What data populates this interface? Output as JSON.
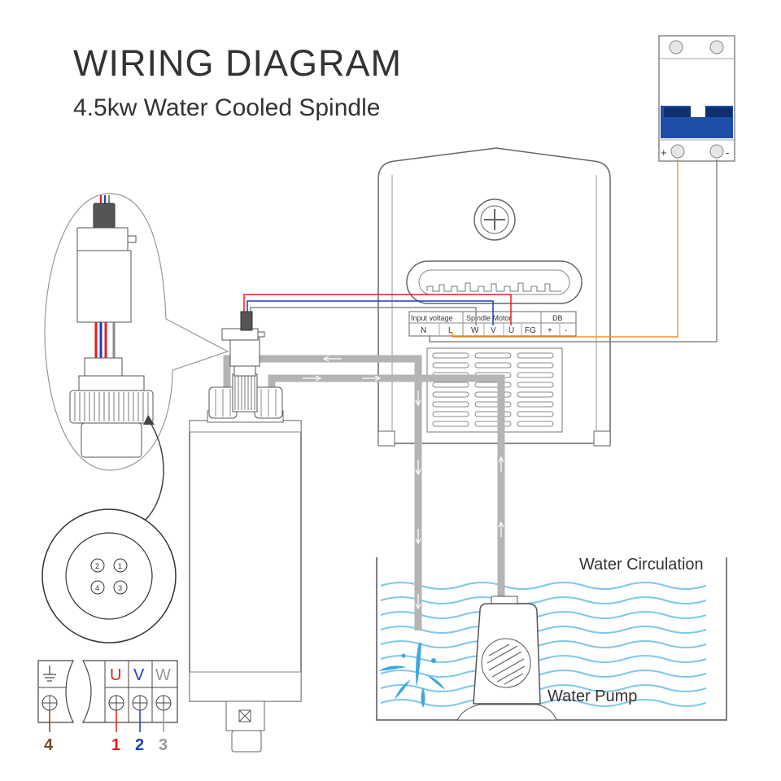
{
  "title": "WIRING DIAGRAM",
  "subtitle": "4.5kw Water Cooled Spindle",
  "inverter": {
    "header_input": "Input voltage",
    "header_spindle": "Spindle Motor",
    "header_db": "DB",
    "terminals": [
      "N",
      "L",
      "W",
      "V",
      "U",
      "FG",
      "+",
      "-"
    ]
  },
  "breaker": {
    "plus_label": "+",
    "minus_label": "-"
  },
  "connector_face": {
    "pins": [
      "2",
      "1",
      "4",
      "3"
    ]
  },
  "terminal_strip": {
    "letters": [
      "U",
      "V",
      "W"
    ],
    "numbers": [
      "4",
      "1",
      "2",
      "3"
    ]
  },
  "water": {
    "circulation_label": "Water Circulation",
    "pump_label": "Water Pump"
  },
  "colors": {
    "red_wire": "#e02020",
    "blue_wire": "#1a3fc0",
    "orange_wire": "#f0962a",
    "gray_wire": "#888888",
    "ground_wire": "#7a4a1a",
    "water_hose": "#b4b4b4",
    "water": "#7ec8ee",
    "breaker_blue": "#1e4fa8"
  },
  "icons": [
    "ground-icon",
    "arrow-icon",
    "connector-icon",
    "pump-icon"
  ]
}
